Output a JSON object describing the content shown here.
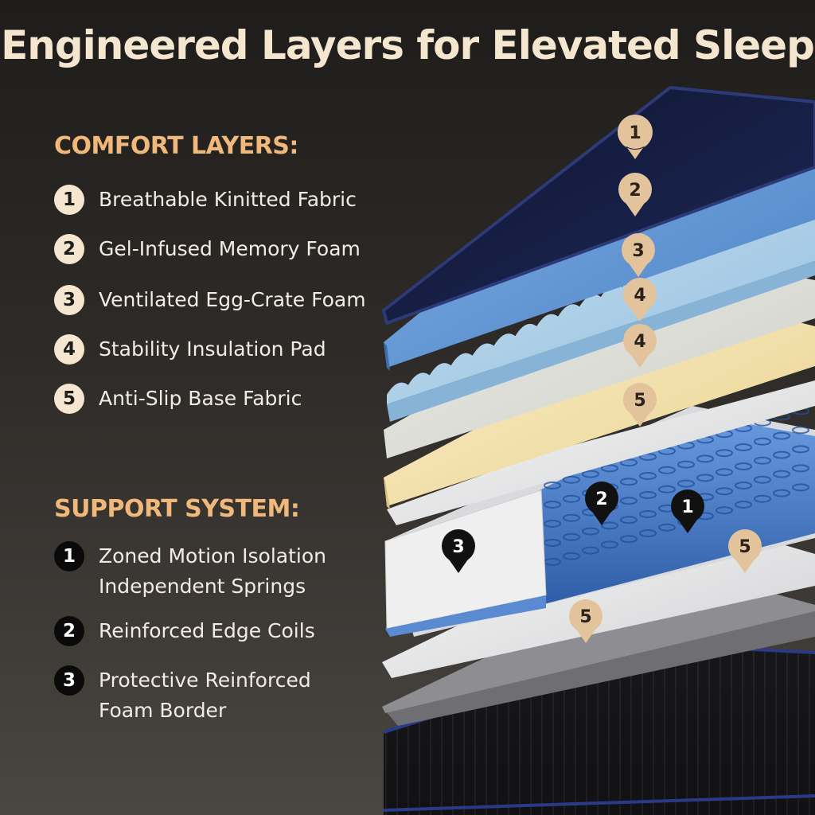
{
  "title": "Engineered Layers for Elevated Sleep",
  "comfort": {
    "heading": "COMFORT LAYERS:",
    "items": [
      {
        "num": "1",
        "label": "Breathable Kinitted Fabric"
      },
      {
        "num": "2",
        "label": "Gel-Infused Memory Foam"
      },
      {
        "num": "3",
        "label": "Ventilated Egg-Crate Foam"
      },
      {
        "num": "4",
        "label": "Stability Insulation Pad"
      },
      {
        "num": "5",
        "label": "Anti-Slip Base Fabric"
      }
    ]
  },
  "support": {
    "heading": "SUPPORT SYSTEM:",
    "items": [
      {
        "num": "1",
        "label": "Zoned Motion Isolation\nIndependent Springs"
      },
      {
        "num": "2",
        "label": "Reinforced Edge Coils"
      },
      {
        "num": "3",
        "label": "Protective Reinforced\nFoam Border"
      }
    ]
  },
  "pins": {
    "comfort": [
      "1",
      "2",
      "3",
      "4",
      "4",
      "5",
      "5",
      "5"
    ],
    "support": [
      "2",
      "1",
      "3"
    ]
  },
  "colors": {
    "title": "#f4e6cf",
    "heading": "#f0b87a",
    "badge_light": "#f4e6cf",
    "badge_dark": "#0a0a0a",
    "pin_light": "#e2c39b",
    "pin_dark": "#111111",
    "fabric_navy": "#172045",
    "memory_foam_blue": "#5d92d0",
    "egg_crate_blue": "#a9cde6",
    "insulation_grey": "#dcdcd6",
    "insulation_yellow": "#f3e3ae",
    "base_fabric_white": "#ececec",
    "springs_blue": "#3a6fb9",
    "base_black": "#111113"
  }
}
